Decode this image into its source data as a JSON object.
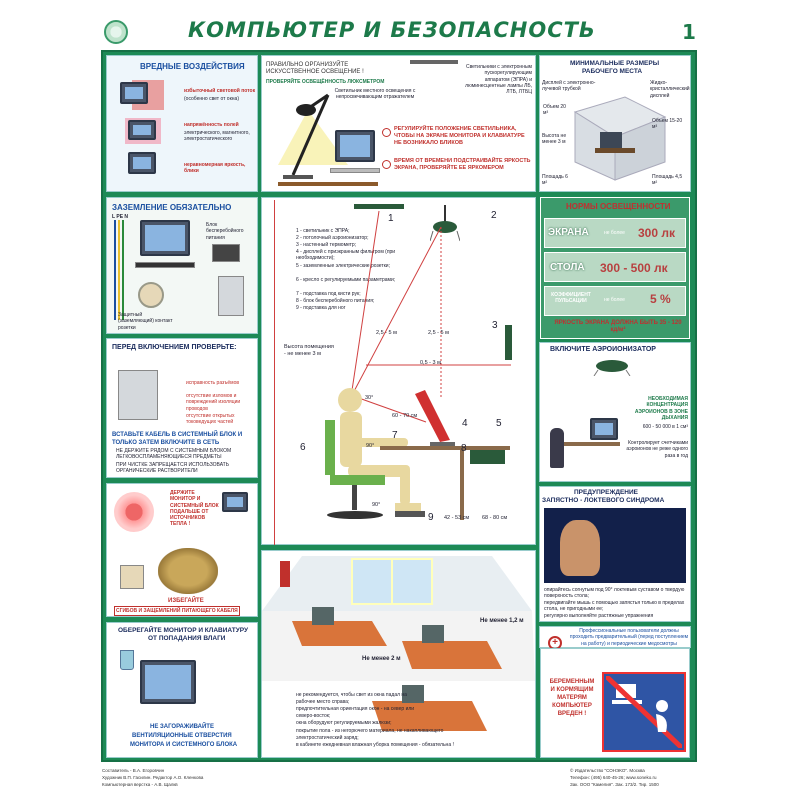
{
  "header": {
    "title": "КОМПЬЮТЕР И БЕЗОПАСНОСТЬ",
    "page_number": "1"
  },
  "harmful": {
    "title": "ВРЕДНЫЕ ВОЗДЕЙСТВИЯ",
    "item1": "избыточный световой поток",
    "item1_sub": "(особенно свет от окна)",
    "item2": "напряжённость полей",
    "item2_sub": "электрического, магнитного, электростатического",
    "item3": "неравномерная яркость, блики"
  },
  "lighting": {
    "title1": "ПРАВИЛЬНО ОРГАНИЗУЙТЕ",
    "title2": "ИСКУССТВЕННОЕ ОСВЕЩЕНИЕ !",
    "check": "ПРОВЕРЯЙТЕ ОСВЕЩЁННОСТЬ ЛЮКСМЕТРОМ",
    "lamps": "Светильники с электронным пускорегулирующим аппаратом (ЭПРА) и люминесцентные лампы ЛБ, ЛТБ, ЛТБЦ",
    "local": "Светильник местного освещения с непросвечивающим отражателем",
    "tip1": "РЕГУЛИРУЙТЕ ПОЛОЖЕНИЕ СВЕТИЛЬНИКА, ЧТОБЫ НА ЭКРАНЕ МОНИТОРА И КЛАВИАТУРЕ НЕ ВОЗНИКАЛО БЛИКОВ",
    "tip2": "ВРЕМЯ ОТ ВРЕМЕНИ ПОДСТРАИВАЙТЕ ЯРКОСТЬ ЭКРАНА, ПРОВЕРЯЙТЕ ЕЕ ЯРКОМЕРОМ"
  },
  "workplace": {
    "title1": "МИНИМАЛЬНЫЕ РАЗМЕРЫ",
    "title2": "РАБОЧЕГО МЕСТА",
    "crt": "Дисплей с электронно-лучевой трубкой",
    "lcd": "Жидко-кристаллический дисплей",
    "vol1": "Объем 20 м³",
    "vol2": "Объем 15-20 м³",
    "height": "Высота не менее 3 м",
    "area1": "Площадь 6 м²",
    "area2": "Площадь 4,5 м²"
  },
  "grounding": {
    "title": "ЗАЗЕМЛЕНИЕ ОБЯЗАТЕЛЬНО",
    "lpen": "L PE N",
    "ups": "Блок бесперебойного питания",
    "socket": "Защитный (заземляющий) контакт розетки"
  },
  "legend": {
    "items": [
      "1 - светильник с ЭПРА;",
      "2 - потолочный аэроионизатор;",
      "3 - настенный термометр;",
      "4 - дисплей с приэкранным фильтром (при необходимости);",
      "5 - заземленные электрические розетки;",
      "6 - кресло с регулируемыми параметрами;",
      "7 - подставка под кисти рук;",
      "8 - блок бесперебойного питания;",
      "9 - подставка для ног"
    ]
  },
  "ergonomics": {
    "room_height": "Высота помещения - не менее 3 м",
    "dist1": "2,5 - 5 м",
    "dist2": "2,5 - 5 м",
    "dist3": "0,5 - 3 м",
    "angle1": "30°",
    "angle2": "90°",
    "angle3": "90°",
    "eye": "60 - 70 см",
    "h1": "42 - 53 см",
    "h2": "68 - 80 см",
    "n1": "1",
    "n2": "2",
    "n3": "3",
    "n4": "4",
    "n5": "5",
    "n6": "6",
    "n7": "7",
    "n8": "8",
    "n9": "9"
  },
  "norms": {
    "title": "НОРМЫ ОСВЕЩЕННОСТИ",
    "screen": "ЭКРАНА",
    "screen_pre": "не более",
    "screen_val": "300 лк",
    "table": "СТОЛА",
    "table_val": "300 - 500 лк",
    "coef": "КОЭФФИЦИЕНТ ПУЛЬСАЦИИ",
    "coef_pre": "не более",
    "coef_val": "5 %",
    "brightness": "ЯРКОСТЬ ЭКРАНА ДОЛЖНА БЫТЬ 35 - 120 кд/м²"
  },
  "ionizer": {
    "title": "ВКЛЮЧИТЕ АЭРОИОНИЗАТОР",
    "text1": "НЕОБХОДИМАЯ КОНЦЕНТРАЦИЯ АЭРОИОНОВ В ЗОНЕ ДЫХАНИЯ",
    "text2": "600 - 50 000 в 1 см³",
    "text3": "Контролирует счетчиками аэроионов не реже одного раза в год"
  },
  "check": {
    "title": "ПЕРЕД ВКЛЮЧЕНИЕМ ПРОВЕРЬТЕ:",
    "item1": "исправность разъёмов",
    "item2": "отсутствие изломов и повреждений изоляции проводов",
    "item3": "отсутствие открытых токоведущих частей",
    "cable": "ВСТАВЬТЕ КАБЕЛЬ В СИСТЕМНЫЙ БЛОК И ТОЛЬКО ЗАТЕМ ВКЛЮЧИТЕ В СЕТЬ",
    "b1": "НЕ ДЕРЖИТЕ РЯДОМ С СИСТЕМНЫМ БЛОКОМ ЛЕГКОВОСПЛАМЕНЯЮЩИЕСЯ ПРЕДМЕТЫ",
    "b2": "ПРИ ЧИСТКЕ ЗАПРЕЩАЕТСЯ ИСПОЛЬЗОВАТЬ ОРГАНИЧЕСКИЕ РАСТВОРИТЕЛИ"
  },
  "distance": {
    "keep": "ДЕРЖИТЕ МОНИТОР И СИСТЕМНЫЙ БЛОК ПОДАЛЬШЕ ОТ ИСТОЧНИКОВ ТЕПЛА !",
    "avoid": "ИЗБЕГАЙТЕ",
    "kinks": "СГИБОВ И ЗАЩЕМЛЕНИЙ ПИТАЮЩЕГО КАБЕЛЯ"
  },
  "office": {
    "d1": "Не менее 1,2 м",
    "d2": "Не менее 2 м",
    "b1": "не рекомендуется, чтобы свет из окна падал на рабочее место справа;",
    "b2": "предпочтительная ориентация окон - на север или северо-восток;",
    "b3": "окна оборудуют регулируемыми жалюзи;",
    "b4": "покрытие пола - из негорючего материала, не накапливающего электростатический заряд;",
    "b5": "в кабинете ежедневная влажная уборка помещения - обязательна !"
  },
  "wrist": {
    "title1": "ПРЕДУПРЕЖДЕНИЕ",
    "title2": "ЗАПЯСТНО - ЛОКТЕВОГО СИНДРОМА",
    "b1": "опирайтесь согнутым под 90° локтевым суставом о твердую поверхность стола;",
    "b2": "передвигайте мышь с помощью запястья только в пределах стола, не пригодными ее;",
    "b3": "регулярно выполняйте растяжные упражнения"
  },
  "moisture": {
    "title1": "ОБЕРЕГАЙТЕ МОНИТОР И КЛАВИАТУРУ",
    "title2": "ОТ ПОПАДАНИЯ ВЛАГИ",
    "vent1": "НЕ ЗАГОРАЖИВАЙТЕ",
    "vent2": "ВЕНТИЛЯЦИОННЫЕ ОТВЕРСТИЯ",
    "vent3": "МОНИТОРА И СИСТЕМНОГО БЛОКА"
  },
  "medical": {
    "text": "Профессиональные пользователи должны проходить предварительный (перед поступлением на работу) и периодические медосмотры"
  },
  "pregnancy": {
    "text": "БЕРЕМЕННЫМ И КОРМЯЩИМ МАТЕРЯМ КОМПЬЮТЕР ВРЕДЕН !"
  },
  "footer": {
    "l1": "Составитель - В.А. Егоровчин",
    "l2": "Художник В.П. Гасилин. Редактор А.О. Кленкова",
    "l3": "Компьютерная верстка - А.В. Щалкв",
    "r1": "© Издательство \"СОНЭКО\". Москва",
    "r2": "Телефон: (495) 640-45-26; www.soneko.ru",
    "r3": "Зак. ООО \"Камелия\". Зак. 173/2. Тир. 1500"
  }
}
